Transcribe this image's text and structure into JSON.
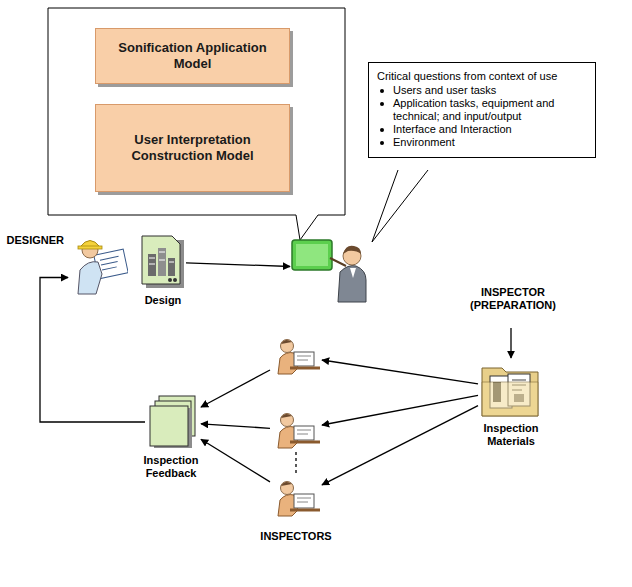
{
  "diagram": {
    "nodes": [
      {
        "text": [
          "Sonification Application Model"
        ]
      },
      {
        "text": [
          "User Interpretation Construction Model"
        ]
      },
      {
        "text": [
          "Critical questions from context of use",
          "Users and user tasks",
          "Application tasks, equipment and technical; and input/output",
          "Interface and Interaction",
          "Environment"
        ]
      },
      {
        "text": [
          "DESIGNER"
        ]
      },
      {
        "text": [
          "Design"
        ]
      },
      {
        "text": [
          "INSPECTOR (PREPARATION)"
        ]
      },
      {
        "text": [
          "Inspection Materials"
        ]
      },
      {
        "text": []
      },
      {
        "text": []
      },
      {
        "text": [
          "INSPECTORS"
        ]
      },
      {
        "text": [
          "Inspection Feedback"
        ]
      }
    ],
    "edges": [
      {
        "from": 4,
        "to": 5,
        "arrow": "to"
      },
      {
        "from": 5,
        "to": 6,
        "arrow": "to"
      },
      {
        "from": 6,
        "to": 7,
        "arrow": "to"
      },
      {
        "from": 6,
        "to": 8,
        "arrow": "to"
      },
      {
        "from": 6,
        "to": 9,
        "arrow": "to"
      },
      {
        "from": 7,
        "to": 10,
        "arrow": "to"
      },
      {
        "from": 8,
        "to": 10,
        "arrow": "to"
      },
      {
        "from": 9,
        "to": 10,
        "arrow": "to"
      },
      {
        "from": 8,
        "to": 9,
        "arrow": "none"
      },
      {
        "from": 10,
        "to": 3,
        "arrow": "to"
      }
    ]
  }
}
